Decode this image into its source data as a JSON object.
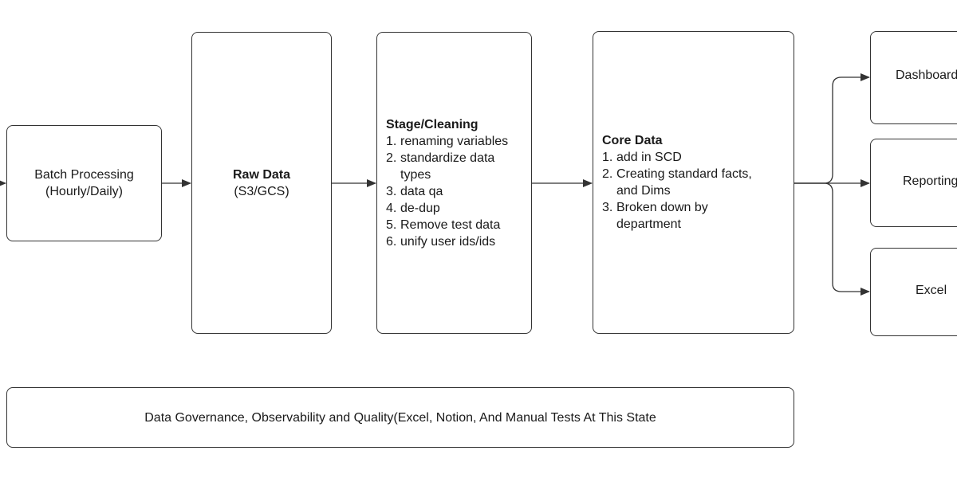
{
  "batch": {
    "line1": "Batch Processing",
    "line2": "(Hourly/Daily)"
  },
  "raw": {
    "title": "Raw Data",
    "subtitle": "(S3/GCS)"
  },
  "stage": {
    "title": "Stage/Cleaning",
    "items": [
      {
        "num": "1.",
        "text": "renaming variables"
      },
      {
        "num": "2.",
        "text": "standardize data types"
      },
      {
        "num": "3.",
        "text": "data qa"
      },
      {
        "num": "4.",
        "text": "de-dup"
      },
      {
        "num": "5.",
        "text": "Remove test data"
      },
      {
        "num": "6.",
        "text": "unify user ids/ids"
      }
    ]
  },
  "core": {
    "title": "Core Data",
    "items": [
      {
        "num": "1.",
        "text": "add in SCD"
      },
      {
        "num": "2.",
        "text": "Creating standard facts, and Dims"
      },
      {
        "num": "3.",
        "text": "Broken down by department"
      }
    ]
  },
  "outputs": {
    "dashboards": "Dashboards",
    "reporting": "Reporting",
    "excel": "Excel"
  },
  "governance": "Data Governance, Observability and Quality(Excel, Notion, And Manual Tests At This State",
  "colors": {
    "stroke": "#333333",
    "text": "#1a1a1a",
    "background": "#ffffff"
  }
}
